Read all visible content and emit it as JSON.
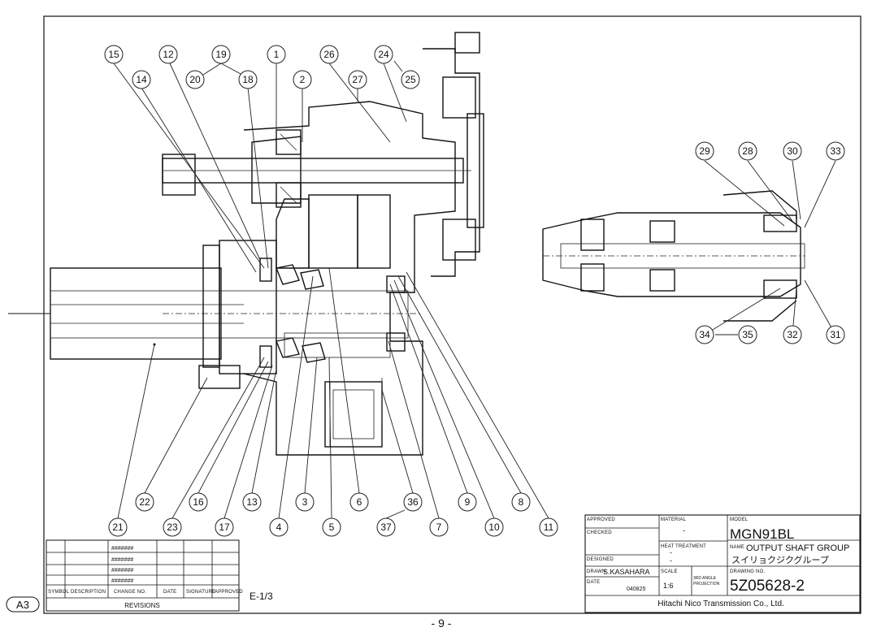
{
  "balloons": [
    {
      "label": "15"
    },
    {
      "label": "12"
    },
    {
      "label": "19"
    },
    {
      "label": "1"
    },
    {
      "label": "26"
    },
    {
      "label": "24"
    },
    {
      "label": "14"
    },
    {
      "label": "20"
    },
    {
      "label": "18"
    },
    {
      "label": "2"
    },
    {
      "label": "27"
    },
    {
      "label": "25"
    },
    {
      "label": "29"
    },
    {
      "label": "28"
    },
    {
      "label": "30"
    },
    {
      "label": "33"
    },
    {
      "label": "34"
    },
    {
      "label": "35"
    },
    {
      "label": "32"
    },
    {
      "label": "31"
    },
    {
      "label": "22"
    },
    {
      "label": "16"
    },
    {
      "label": "13"
    },
    {
      "label": "3"
    },
    {
      "label": "6"
    },
    {
      "label": "36"
    },
    {
      "label": "9"
    },
    {
      "label": "8"
    },
    {
      "label": "21"
    },
    {
      "label": "23"
    },
    {
      "label": "17"
    },
    {
      "label": "4"
    },
    {
      "label": "5"
    },
    {
      "label": "37"
    },
    {
      "label": "7"
    },
    {
      "label": "10"
    },
    {
      "label": "11"
    }
  ],
  "title_block": {
    "approved_label": "APPROVED",
    "checked_label": "CHECKED",
    "designed_label": "DESIGNED",
    "drawn_label": "DRAWN",
    "drawn_by": "S.KASAHARA",
    "date_label": "DATE",
    "date_value": "040825",
    "material_label": "MATERIAL",
    "material_value": "-",
    "heat_label": "HEAT TREATMENT",
    "heat_value": "-",
    "heat_value2": "-",
    "scale_label": "SCALE",
    "scale_value": "1:6",
    "projection_label1": "3RD ANGLE",
    "projection_label2": "PROJECTION",
    "model_label": "MODEL",
    "model_value": "MGN91BL",
    "name_label": "NAME",
    "name_value": "OUTPUT SHAFT GROUP",
    "name_value_jp": "スイリョクジクグループ",
    "drawing_no_label": "DRAWING NO.",
    "drawing_no_value": "5Z05628-2",
    "company": "Hitachi Nico Transmission Co., Ltd."
  },
  "revisions": {
    "marks": [
      "#######",
      "#######",
      "#######",
      "#######"
    ],
    "headers": [
      "SYMBOL",
      "DESCRIPTION",
      "CHANGE NO.",
      "DATE",
      "SIGNATURE",
      "APPROVED"
    ],
    "title": "REVISIONS"
  },
  "sheet_ref": "E-1/3",
  "paper_size": "A3",
  "page_number": "- 9 -"
}
